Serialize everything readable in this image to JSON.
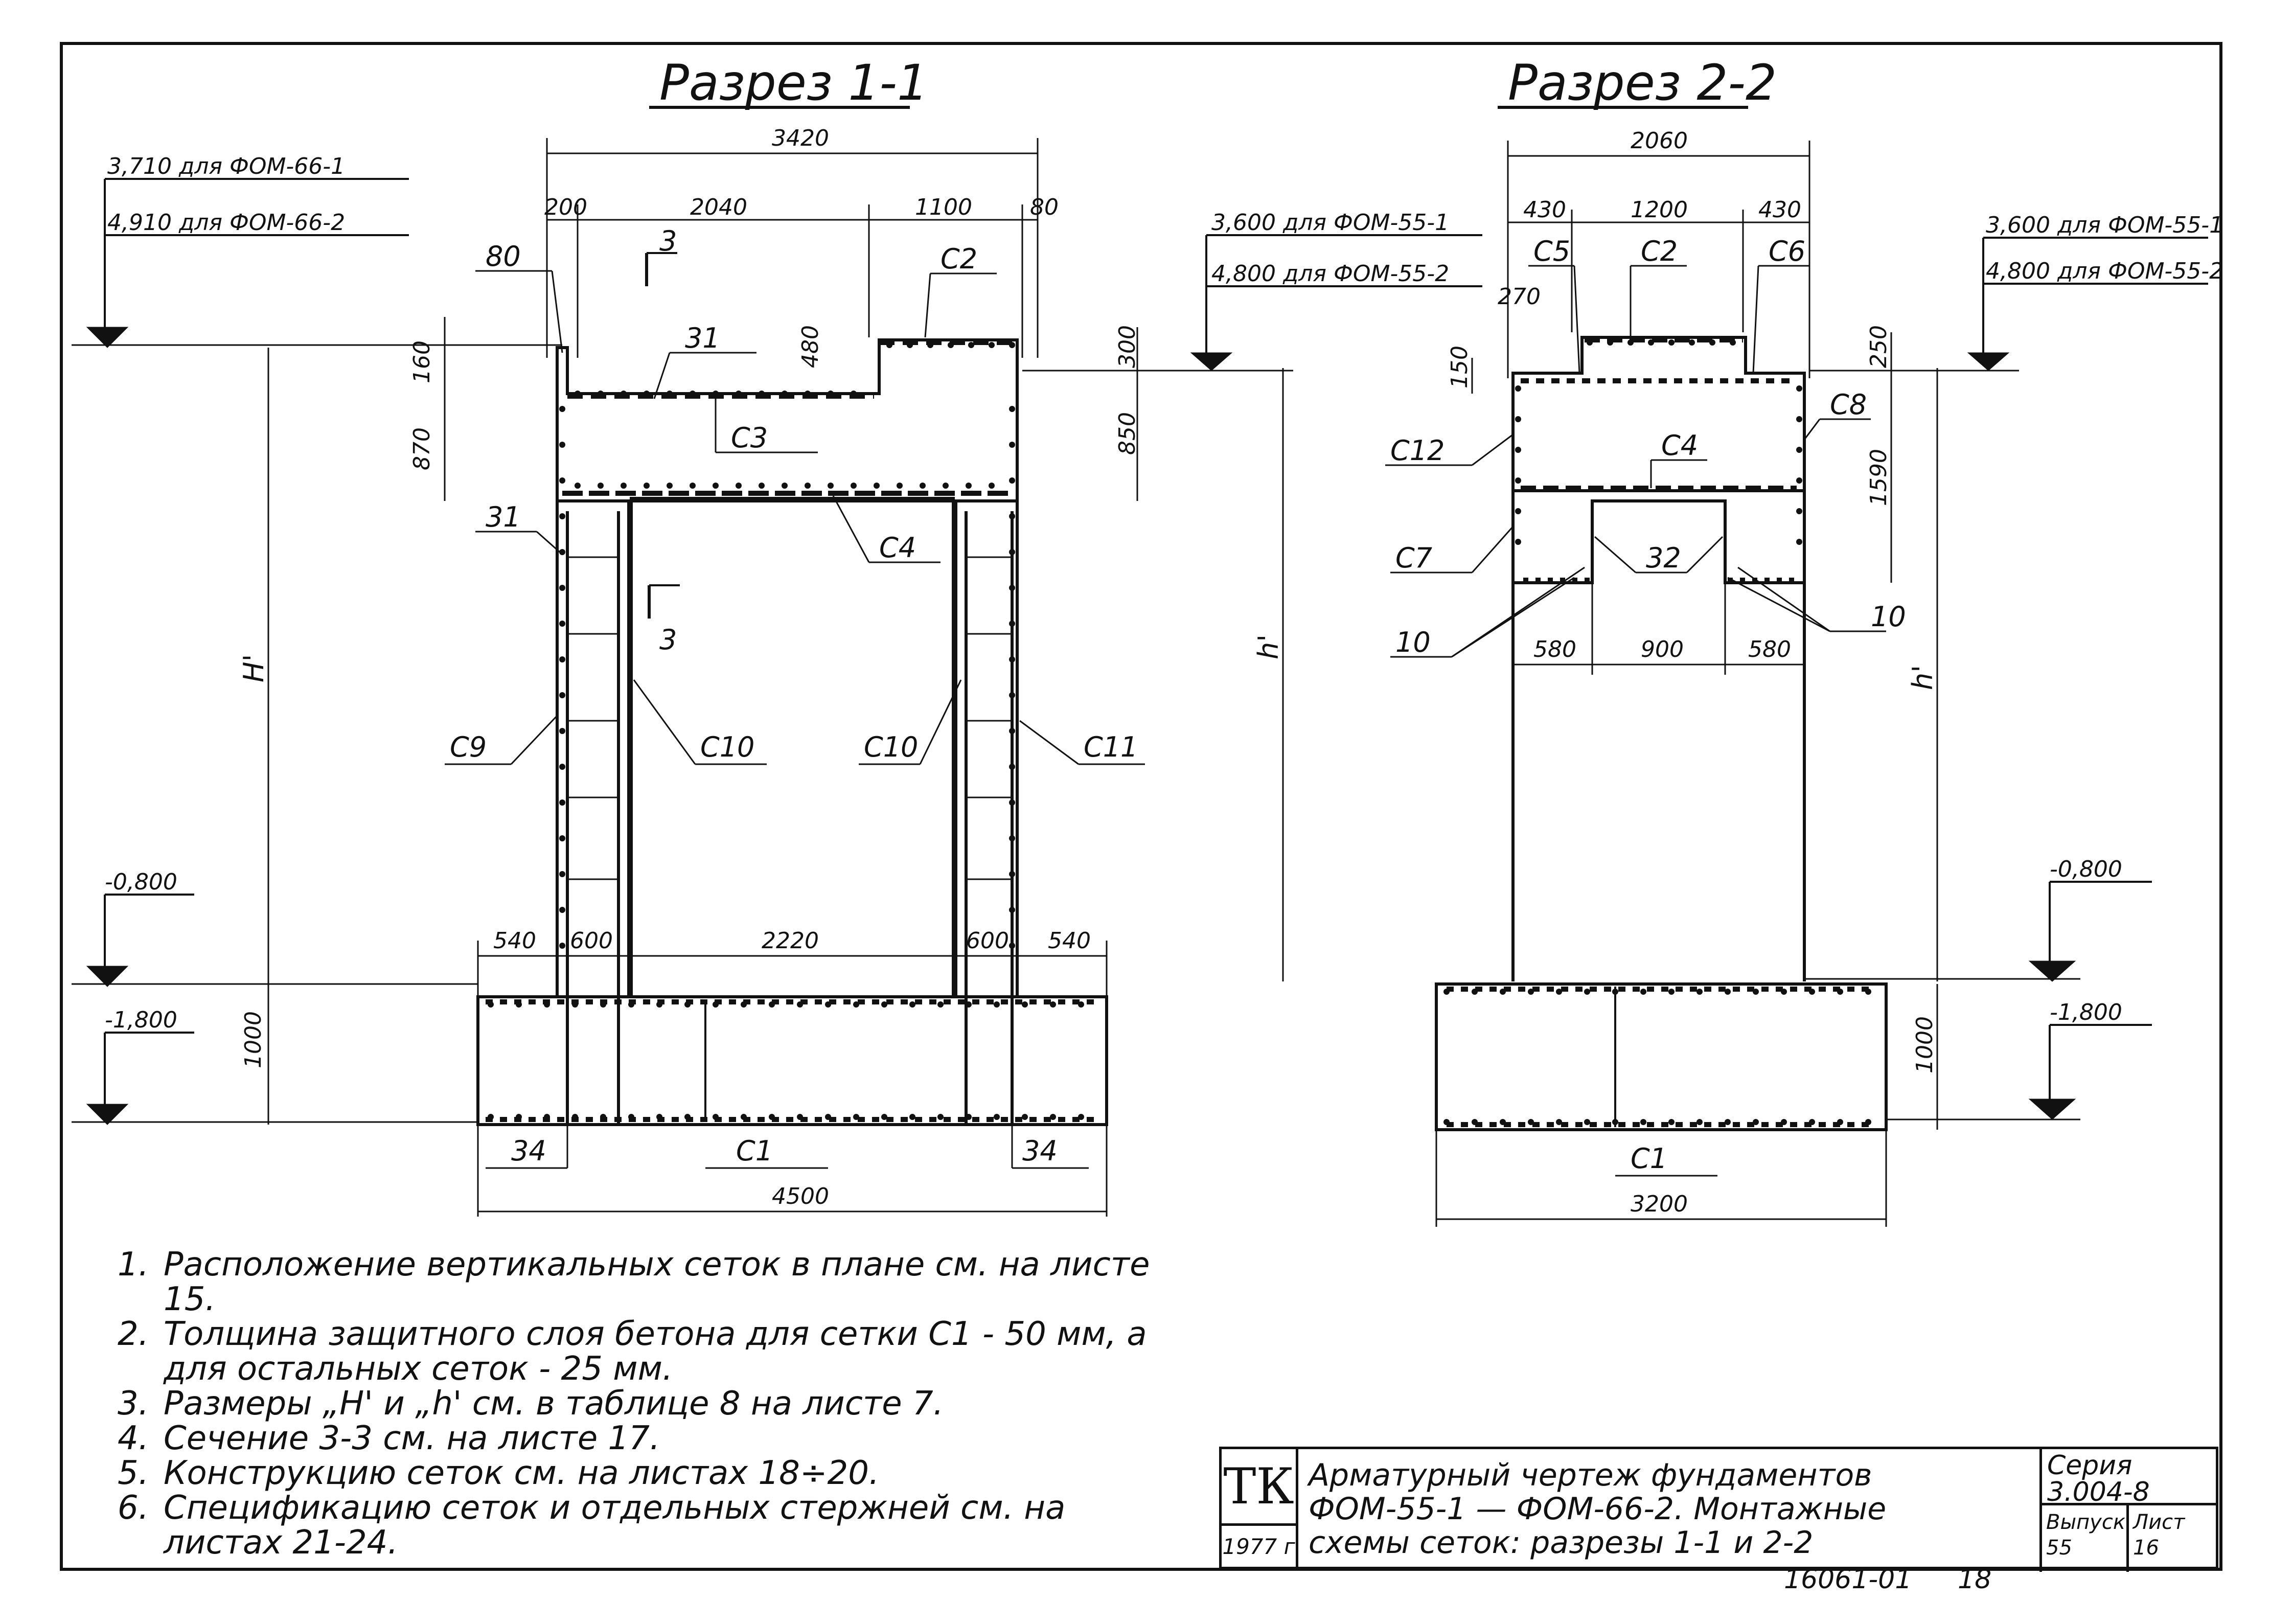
{
  "section_1": {
    "title": "Разрез 1-1",
    "elev_top": [
      "3,710 для ФОМ-66-1",
      "4,910 для ФОМ-66-2"
    ],
    "elev_mid": [
      "3,600 для ФОМ-55-1",
      "4,800 для ФОМ-55-2"
    ],
    "elev_ground": "-0,800",
    "elev_bottom": "-1,800",
    "dim_overall_top": "3420",
    "dim_top_parts": [
      "200",
      "2040",
      "1100",
      "80"
    ],
    "dim_bottom_parts": [
      "540",
      "600",
      "2220",
      "600",
      "540"
    ],
    "dim_overall_bottom": "4500",
    "dim_left_vert": [
      "160",
      "870"
    ],
    "dim_mid_vert": "480",
    "dim_right_vert": [
      "300",
      "850"
    ],
    "dim_footing": "1000",
    "labels": {
      "h_big": "H'",
      "h_small": "h'",
      "section_mark": "3",
      "mark_80": "80",
      "c2": "С2",
      "z1a": "31",
      "z1b": "31",
      "c3": "С3",
      "c4": "С4",
      "c9": "С9",
      "c10a": "С10",
      "c10b": "С10",
      "c11": "С11",
      "z4a": "34",
      "z4b": "34",
      "c1": "С1"
    }
  },
  "section_2": {
    "title": "Разрез 2-2",
    "elev_top": [
      "3,600 для ФОМ-55-1",
      "4,800 для ФОМ-55-2"
    ],
    "elev_ground": "-0,800",
    "elev_bottom": "-1,800",
    "dim_overall_top": "2060",
    "dim_top_parts": [
      "430",
      "1200",
      "430"
    ],
    "dim_left_vert": [
      "270",
      "150"
    ],
    "dim_right_vert": [
      "250",
      "1590"
    ],
    "dim_mid_parts": [
      "580",
      "900",
      "580"
    ],
    "dim_footing": "1000",
    "dim_overall_bottom": "3200",
    "labels": {
      "h_small": "h'",
      "c5": "С5",
      "c2": "С2",
      "c6": "С6",
      "c8": "С8",
      "c12": "С12",
      "c4": "С4",
      "c7": "С7",
      "z2": "32",
      "n10a": "10",
      "n10b": "10",
      "c1": "С1"
    }
  },
  "notes": [
    {
      "num": "1.",
      "text": "Расположение вертикальных сеток в плане см. на листе 15."
    },
    {
      "num": "2.",
      "text": "Толщина защитного слоя бетона для сетки С1 - 50 мм, а для остальных сеток - 25 мм."
    },
    {
      "num": "3.",
      "text": "Размеры „Н' и „h' см. в таблице 8 на листе 7."
    },
    {
      "num": "4.",
      "text": "Сечение 3-3 см. на листе 17."
    },
    {
      "num": "5.",
      "text": "Конструкцию сеток см. на листах 18÷20."
    },
    {
      "num": "6.",
      "text": "Спецификацию сеток и отдельных стержней см. на листах 21-24."
    }
  ],
  "stamp": {
    "org": "ТК",
    "year": "1977 г",
    "title": "Арматурный чертеж фундаментов ФОМ-55-1 — ФОМ-66-2. Монтажные схемы сеток: разрезы 1-1 и 2-2",
    "series_label": "Серия",
    "series": "3.004-8",
    "issue_label": "Выпуск",
    "issue": "55",
    "sheet_label": "Лист",
    "sheet": "16"
  },
  "doc_code": "16061-01",
  "page_number": "18"
}
